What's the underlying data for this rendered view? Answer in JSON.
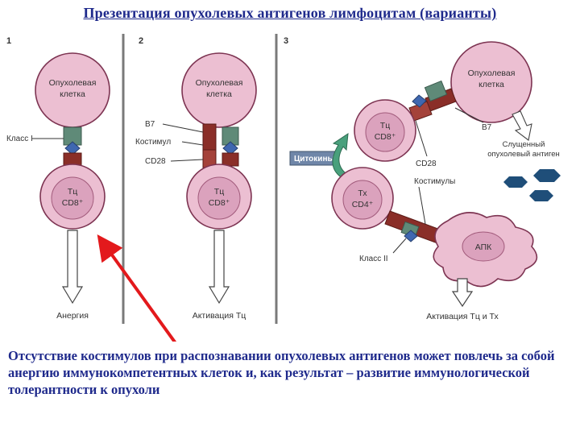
{
  "title": "Презентация опухолевых антигенов лимфоцитам (варианты)",
  "panels": [
    {
      "number": "1",
      "tumor_cell": [
        "Опухолевая",
        "клетка"
      ],
      "tc_cell": [
        "Тц",
        "CD8⁺"
      ],
      "labels": {
        "class1": "Класс I"
      },
      "outcome": "Анергия"
    },
    {
      "number": "2",
      "tumor_cell": [
        "Опухолевая",
        "клетка"
      ],
      "tc_cell": [
        "Тц",
        "CD8⁺"
      ],
      "labels": {
        "b7": "B7",
        "costim": "Костимул",
        "cd28": "CD28"
      },
      "outcome": "Активация Тц"
    },
    {
      "number": "3",
      "tumor_cell": [
        "Опухолевая",
        "клетка"
      ],
      "tc_cell": [
        "Тц",
        "CD8⁺"
      ],
      "th_cell": [
        "Тх",
        "CD4⁺"
      ],
      "apc": "АПК",
      "cytokines": "Цитокины",
      "labels": {
        "b7": "B7",
        "cd28": "CD28",
        "shed": [
          "Слущенный",
          "опухолевый антиген"
        ],
        "costims": "Костимулы",
        "class2": "Класс II"
      },
      "outcome": "Активация Тц и Тх"
    }
  ],
  "caption": "Отсутствие костимулов при распознавании опухолевых антигенов может повлечь за собой анергию иммунокомпетентных клеток и, как результат – развитие иммунологической толерантности к опухоли",
  "colors": {
    "title": "#1f2a8c",
    "cell_fill": "#ecbfd2",
    "cell_stroke": "#7d3452",
    "tc_core": "#dba2bd",
    "receptor": "#8a2e28",
    "mhc": "#5f8a78",
    "antigen": "#3f67b0",
    "shed_antigen": "#1f4e79",
    "cytokine_box": "#6f86a8",
    "cytokine_arrow": "#49a07c",
    "pointer": "#e3191c"
  }
}
